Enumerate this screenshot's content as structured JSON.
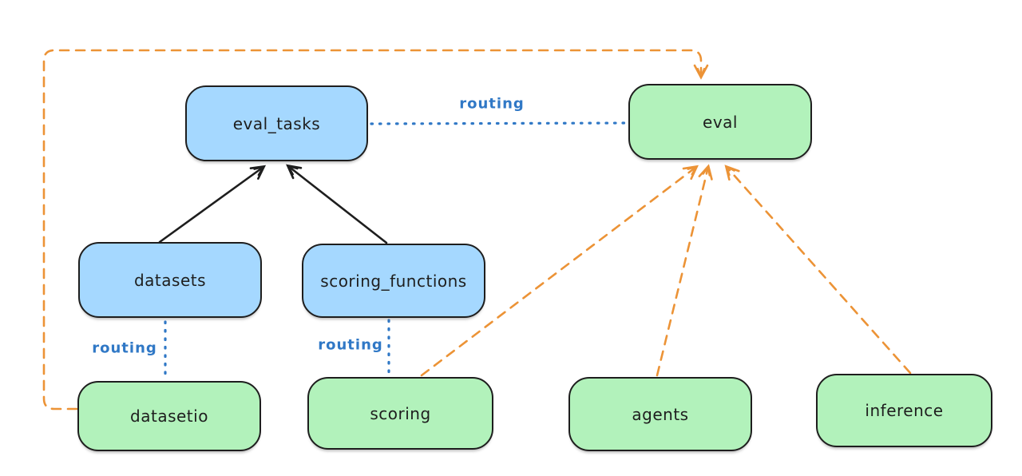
{
  "diagram": {
    "type": "architecture-diagram",
    "background": "#ffffff",
    "nodes": [
      {
        "id": "eval_tasks",
        "label": "eval_tasks",
        "color": "blue"
      },
      {
        "id": "eval",
        "label": "eval",
        "color": "green"
      },
      {
        "id": "datasets",
        "label": "datasets",
        "color": "blue"
      },
      {
        "id": "scoring_functions",
        "label": "scoring_functions",
        "color": "blue"
      },
      {
        "id": "datasetio",
        "label": "datasetio",
        "color": "green"
      },
      {
        "id": "scoring",
        "label": "scoring",
        "color": "green"
      },
      {
        "id": "agents",
        "label": "agents",
        "color": "green"
      },
      {
        "id": "inference",
        "label": "inference",
        "color": "green"
      }
    ],
    "edges": [
      {
        "from": "datasets",
        "to": "eval_tasks",
        "style": "solid-arrow",
        "color": "black"
      },
      {
        "from": "scoring_functions",
        "to": "eval_tasks",
        "style": "solid-arrow",
        "color": "black"
      },
      {
        "from": "eval_tasks",
        "to": "eval",
        "style": "dotted",
        "color": "blue",
        "label": "routing"
      },
      {
        "from": "datasets",
        "to": "datasetio",
        "style": "dotted",
        "color": "blue",
        "label": "routing"
      },
      {
        "from": "scoring_functions",
        "to": "scoring",
        "style": "dotted",
        "color": "blue",
        "label": "routing"
      },
      {
        "from": "datasetio",
        "to": "eval",
        "style": "dashed-arrow",
        "color": "orange"
      },
      {
        "from": "scoring",
        "to": "eval",
        "style": "dashed-arrow",
        "color": "orange"
      },
      {
        "from": "agents",
        "to": "eval",
        "style": "dashed-arrow",
        "color": "orange"
      },
      {
        "from": "inference",
        "to": "eval",
        "style": "dashed-arrow",
        "color": "orange"
      }
    ],
    "colors": {
      "node_stroke": "#1e1e1e",
      "blue_fill": "#a5d8ff",
      "green_fill": "#b2f2bb",
      "orange_edge": "#ec9336",
      "blue_edge": "#3078c6",
      "text": "#1e1e1e"
    }
  }
}
